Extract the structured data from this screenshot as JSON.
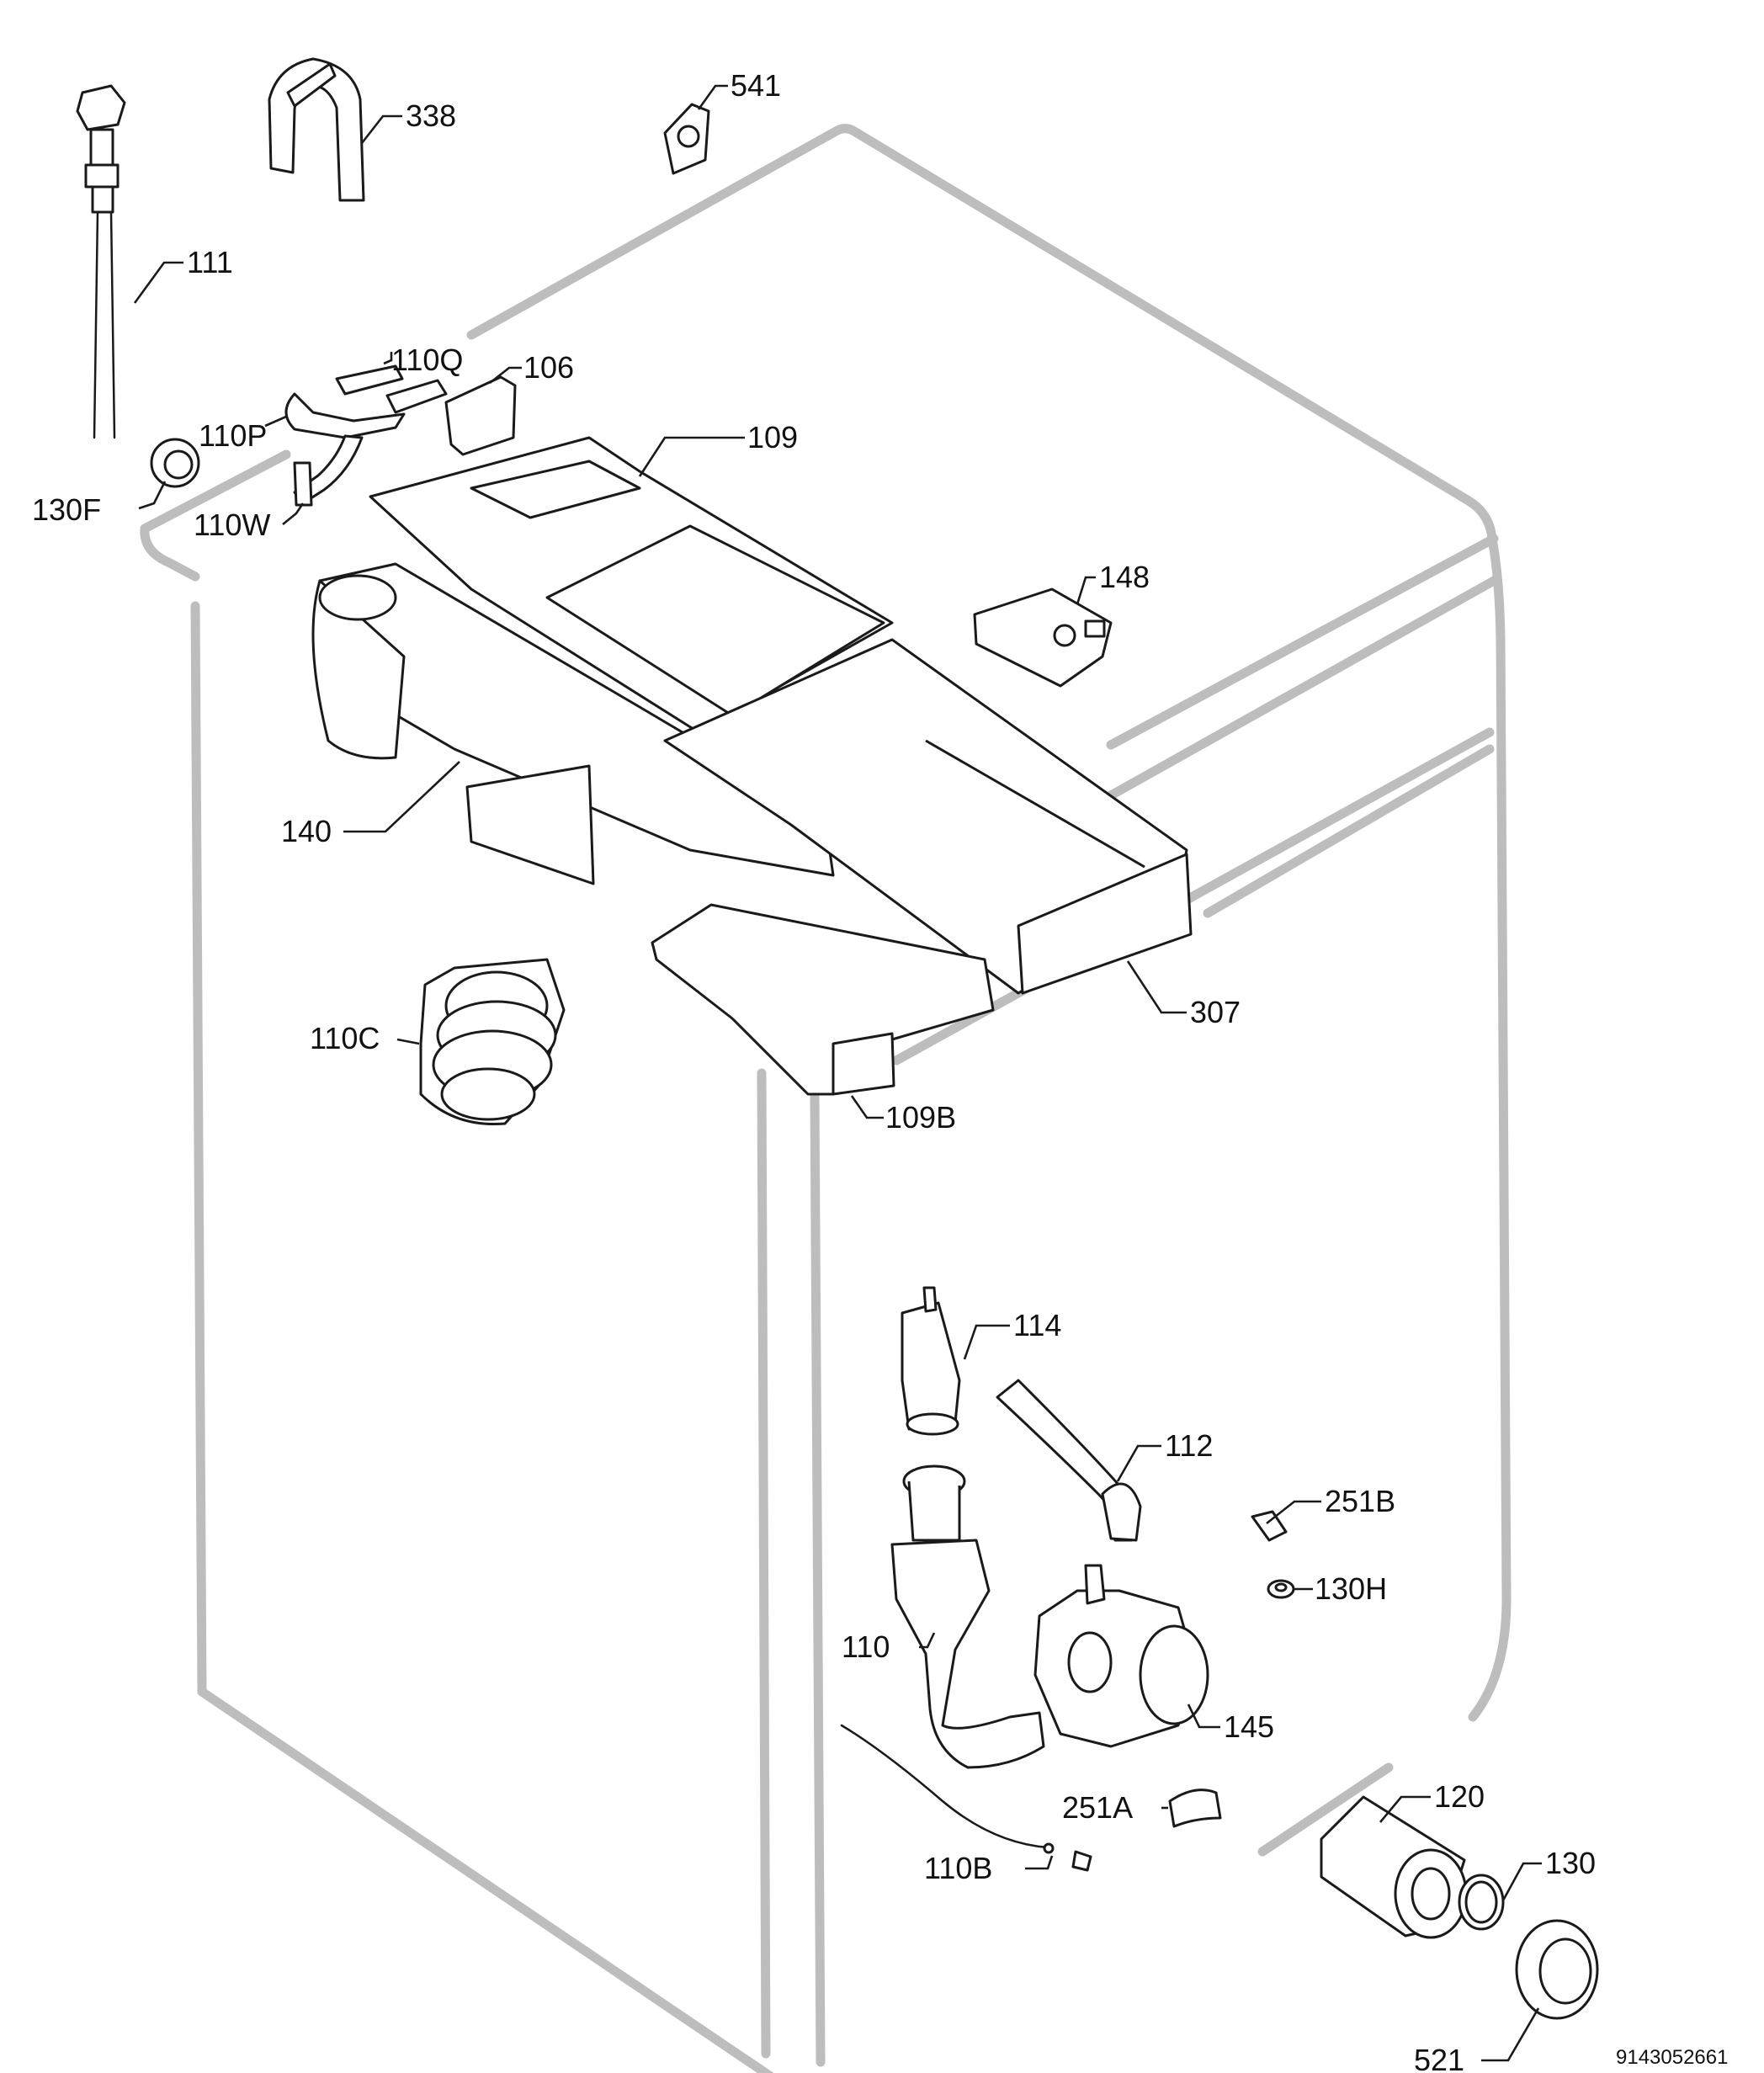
{
  "callouts": {
    "c111": "111",
    "c338": "338",
    "c541": "541",
    "c110q": "110Q",
    "c106": "106",
    "c110p": "110P",
    "c109": "109",
    "c130f": "130F",
    "c110w": "110W",
    "c148": "148",
    "c140": "140",
    "c307": "307",
    "c110c": "110C",
    "c109b": "109B",
    "c114": "114",
    "c112": "112",
    "c251b": "251B",
    "c130h": "130H",
    "c110": "110",
    "c145": "145",
    "c251a": "251A",
    "c120": "120",
    "c130": "130",
    "c110b": "110B",
    "c521": "521"
  },
  "catalog_number": "9143052661"
}
